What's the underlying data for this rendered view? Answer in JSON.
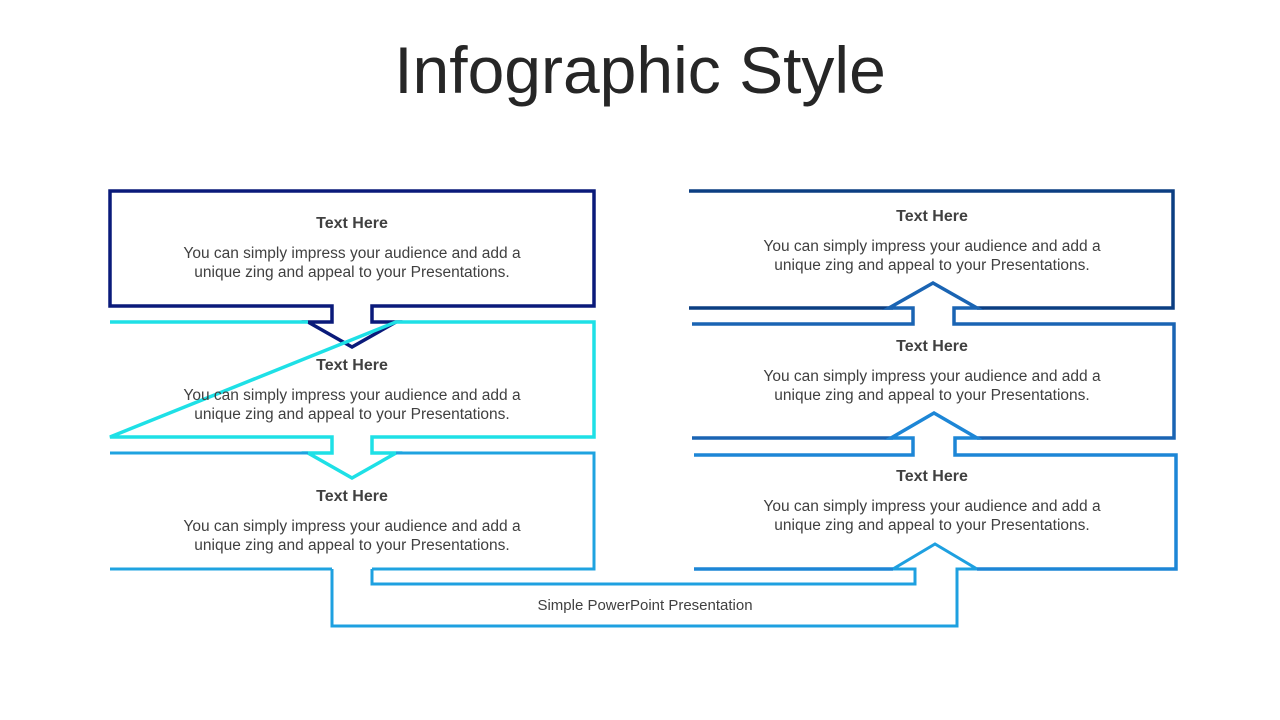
{
  "title": "Infographic Style",
  "colors": {
    "navy": "#0a1a7a",
    "cyan": "#1ee0e6",
    "sky": "#1fa3e0",
    "dark_blue": "#0b3e82",
    "mid_blue": "#1a64b3",
    "bright_blue": "#1d86d6",
    "connector": "#1ea0e0"
  },
  "left_boxes": [
    {
      "heading": "Text  Here",
      "line1": "You can simply impress your audience and add a",
      "line2": "unique zing and appeal to your Presentations."
    },
    {
      "heading": "Text  Here",
      "line1": "You can simply impress your audience and add a",
      "line2": "unique zing and appeal to your Presentations."
    },
    {
      "heading": "Text  Here",
      "line1": "You can simply impress your audience and add a",
      "line2": "unique zing and appeal to your Presentations."
    }
  ],
  "right_boxes": [
    {
      "heading": "Text  Here",
      "line1": "You can simply impress your audience and add a",
      "line2": "unique zing and appeal to your Presentations."
    },
    {
      "heading": "Text  Here",
      "line1": "You can simply impress your audience and add a",
      "line2": "unique zing and appeal to your Presentations."
    },
    {
      "heading": "Text  Here",
      "line1": "You can simply impress your audience and add a",
      "line2": "unique zing and appeal to your Presentations."
    }
  ],
  "footer": "Simple PowerPoint Presentation"
}
